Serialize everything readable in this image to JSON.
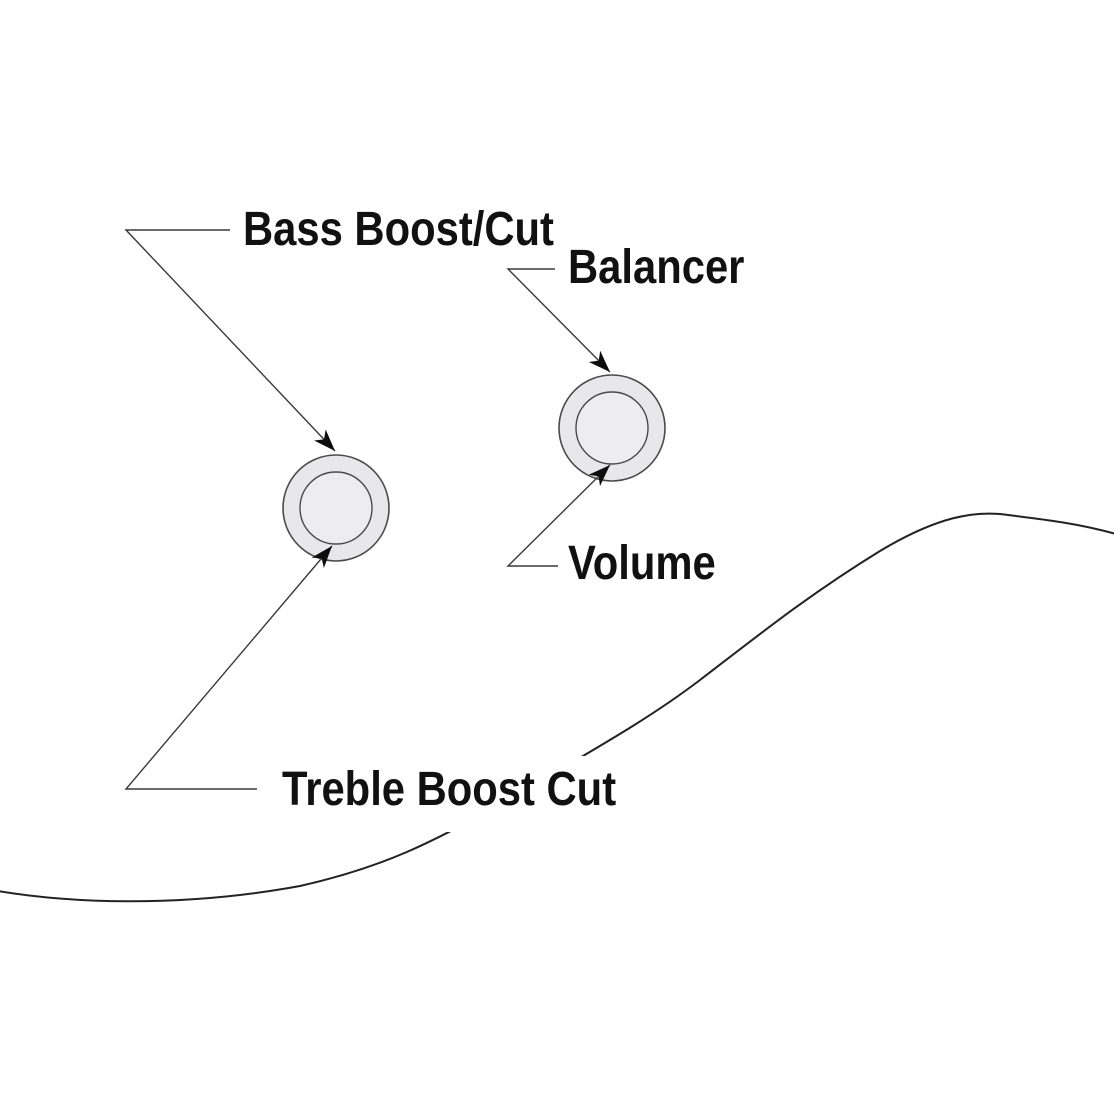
{
  "diagram": {
    "labels": {
      "bass_boost_cut": "Bass Boost/Cut",
      "balancer": "Balancer",
      "volume": "Volume",
      "treble_boost_cut": "Treble Boost Cut"
    },
    "knobs": [
      {
        "name": "bass-treble-stacked-knob",
        "pointed_to_by": [
          "Bass Boost/Cut",
          "Treble Boost Cut"
        ]
      },
      {
        "name": "balancer-volume-stacked-knob",
        "pointed_to_by": [
          "Balancer",
          "Volume"
        ]
      }
    ]
  },
  "theme": {
    "background": "#ffffff",
    "text-color": "#111111",
    "line-color": "#3a3a3a",
    "curve-color": "#222222",
    "arrow-color": "#0d0d0d",
    "knob-ring-fill": "#e8e8ea",
    "knob-cap-fill": "#ededef",
    "knob-stroke": "#4a4a4a"
  }
}
